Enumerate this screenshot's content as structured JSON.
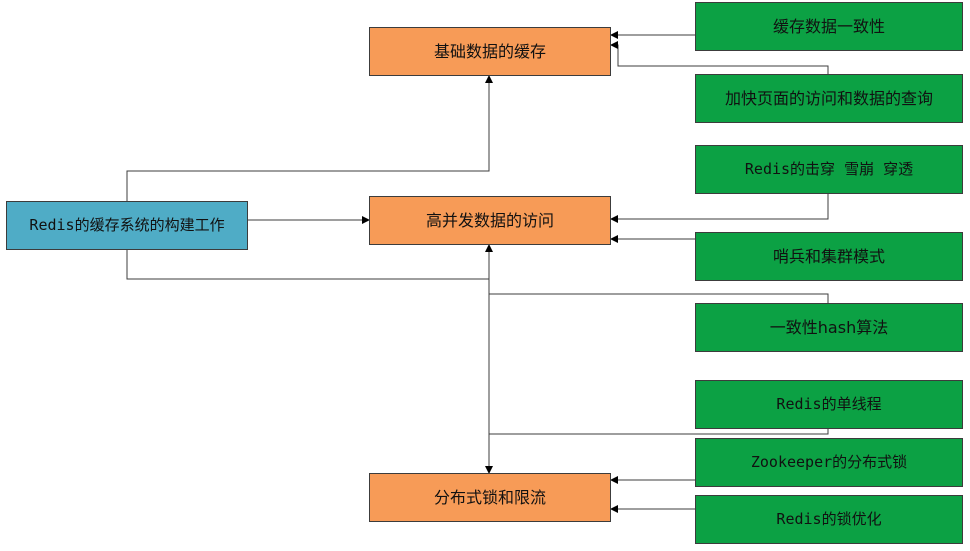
{
  "diagram": {
    "root": {
      "label": "Redis的缓存系统的构建工作",
      "color": "#4facc6"
    },
    "categories": {
      "cache": {
        "label": "基础数据的缓存",
        "color": "#f79b57"
      },
      "concurrency": {
        "label": "高并发数据的访问",
        "color": "#f79b57"
      },
      "distributed": {
        "label": "分布式锁和限流",
        "color": "#f79b57"
      }
    },
    "details": {
      "consistency": {
        "label": "缓存数据一致性",
        "color": "#0ca144"
      },
      "speedup": {
        "label": "加快页面的访问和数据的查询",
        "color": "#0ca144"
      },
      "penetration": {
        "label": "Redis的击穿 雪崩 穿透",
        "color": "#0ca144"
      },
      "sentinel": {
        "label": "哨兵和集群模式",
        "color": "#0ca144"
      },
      "hash": {
        "label": "一致性hash算法",
        "color": "#0ca144"
      },
      "single_thread": {
        "label": "Redis的单线程",
        "color": "#0ca144"
      },
      "zookeeper": {
        "label": "Zookeeper的分布式锁",
        "color": "#0ca144"
      },
      "lock_opt": {
        "label": "Redis的锁优化",
        "color": "#0ca144"
      }
    }
  }
}
